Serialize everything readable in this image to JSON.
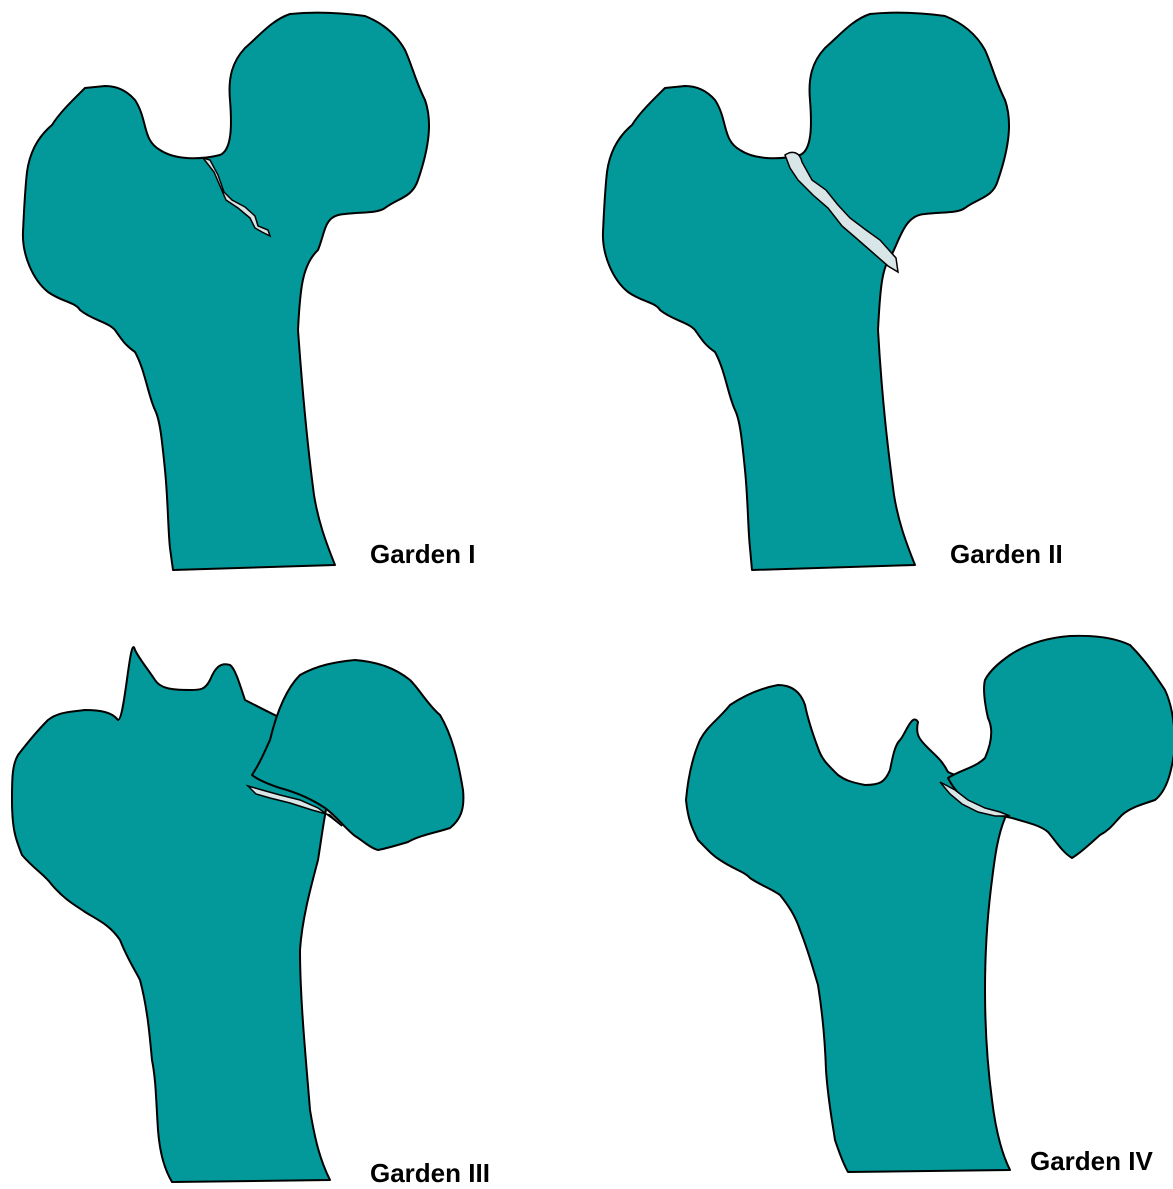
{
  "figure": {
    "bone_color": "#03999A",
    "gap_color": "#D9E6E8",
    "outline_color": "#000000",
    "panels": [
      {
        "label": "Garden I"
      },
      {
        "label": "Garden II"
      },
      {
        "label": "Garden III"
      },
      {
        "label": "Garden IV"
      }
    ]
  }
}
